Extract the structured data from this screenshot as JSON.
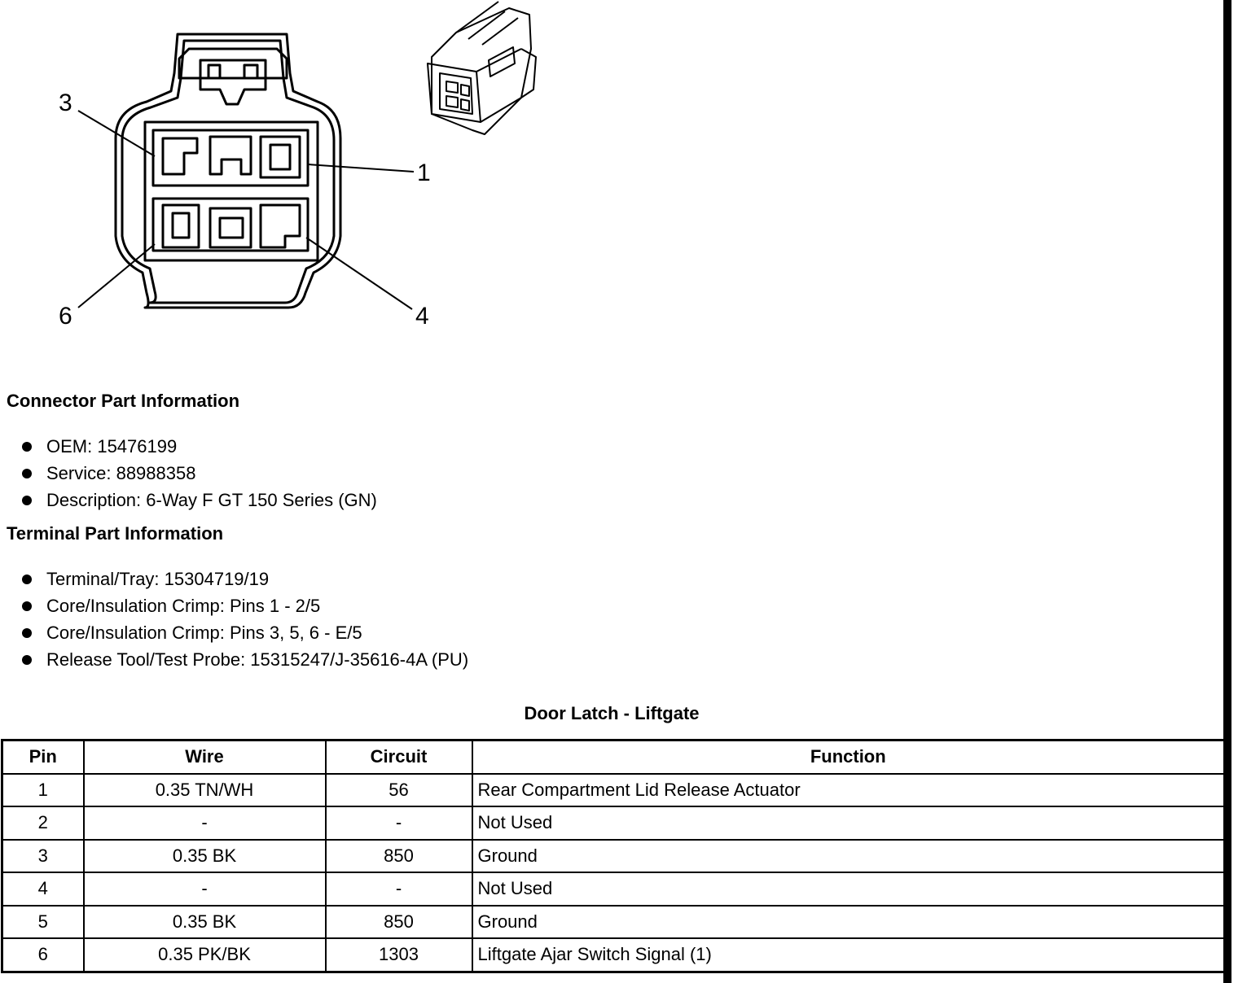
{
  "callouts": {
    "pin3": "3",
    "pin1": "1",
    "pin6": "6",
    "pin4": "4"
  },
  "connector_info": {
    "heading": "Connector Part Information",
    "items": [
      "OEM: 15476199",
      "Service: 88988358",
      "Description: 6-Way F GT 150 Series (GN)"
    ]
  },
  "terminal_info": {
    "heading": "Terminal Part Information",
    "items": [
      "Terminal/Tray: 15304719/19",
      "Core/Insulation Crimp: Pins 1 - 2/5",
      "Core/Insulation Crimp: Pins 3, 5, 6 - E/5",
      "Release Tool/Test Probe: 15315247/J-35616-4A (PU)"
    ]
  },
  "table": {
    "title": "Door Latch - Liftgate",
    "headers": [
      "Pin",
      "Wire",
      "Circuit",
      "Function"
    ],
    "rows": [
      [
        "1",
        "0.35 TN/WH",
        "56",
        "Rear Compartment Lid Release Actuator"
      ],
      [
        "2",
        "-",
        "-",
        "Not Used"
      ],
      [
        "3",
        "0.35 BK",
        "850",
        "Ground"
      ],
      [
        "4",
        "-",
        "-",
        "Not Used"
      ],
      [
        "5",
        "0.35 BK",
        "850",
        "Ground"
      ],
      [
        "6",
        "0.35 PK/BK",
        "1303",
        "Liftgate Ajar Switch Signal (1)"
      ]
    ]
  }
}
